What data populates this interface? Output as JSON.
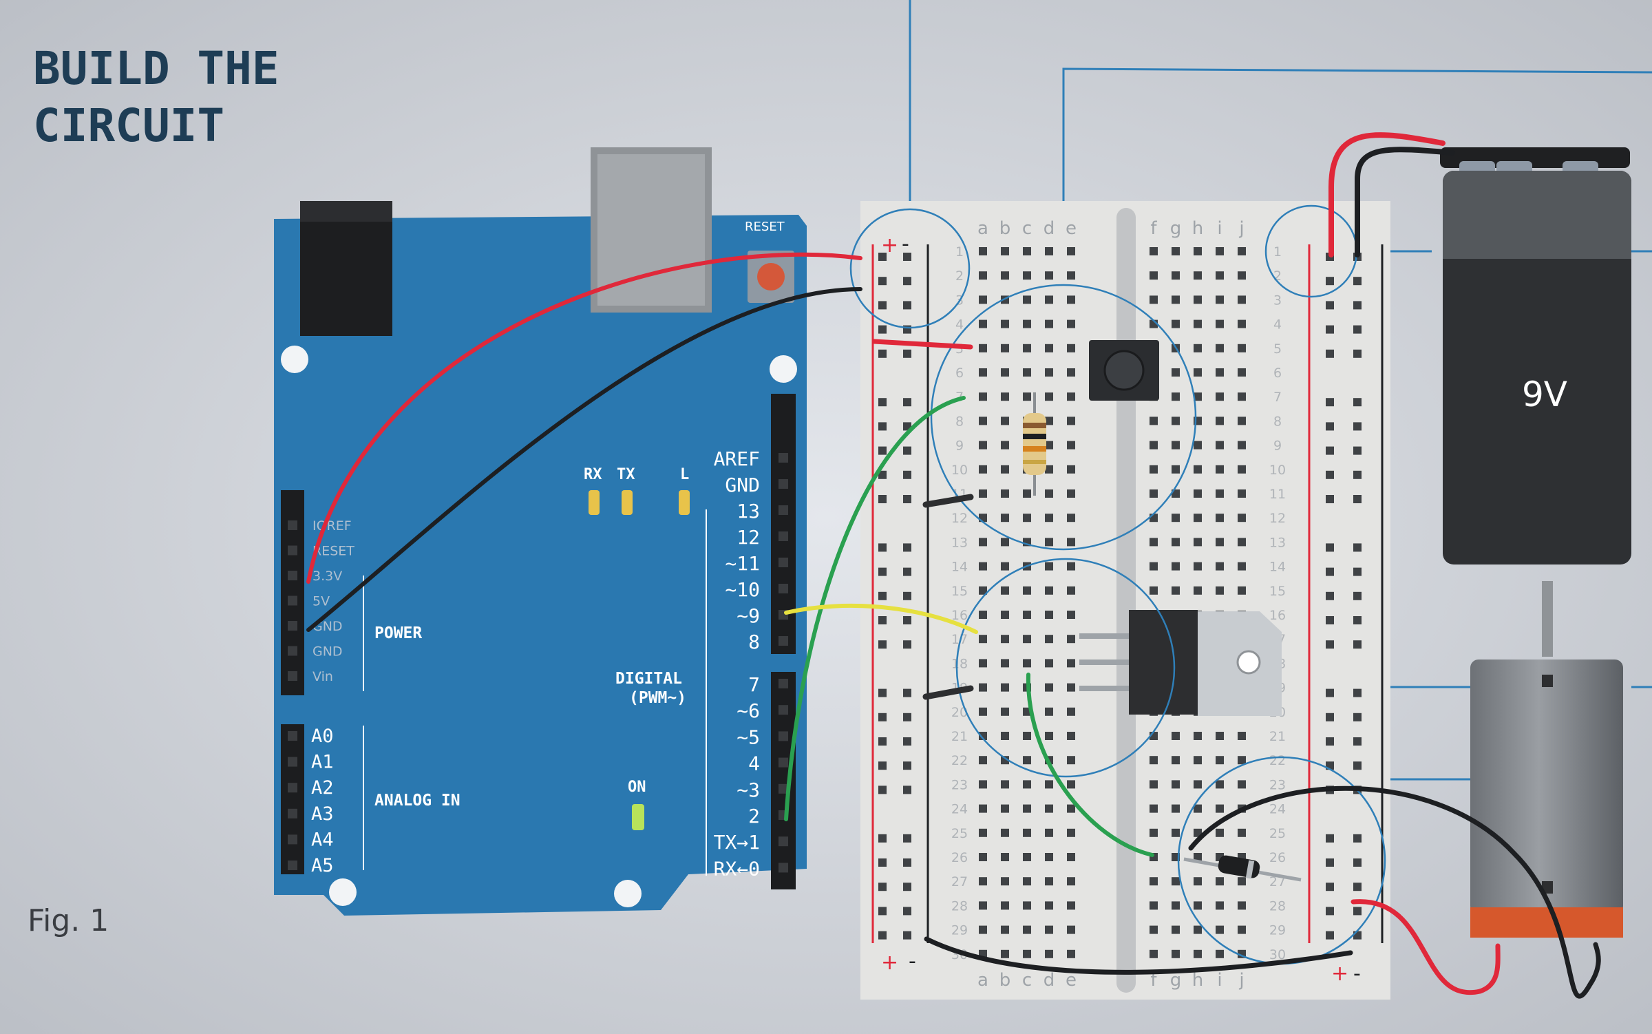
{
  "heading": {
    "line1": "BUILD THE",
    "line2": "CIRCUIT"
  },
  "figure_label": "Fig. 1",
  "arduino": {
    "reset": "RESET",
    "leds": {
      "rx": "RX",
      "tx": "TX",
      "l": "L",
      "on": "ON"
    },
    "power_pins": [
      "IOREF",
      "RESET",
      "3.3V",
      "5V",
      "GND",
      "GND",
      "Vin"
    ],
    "power_label": "POWER",
    "analog_pins": [
      "A0",
      "A1",
      "A2",
      "A3",
      "A4",
      "A5"
    ],
    "analog_label": "ANALOG IN",
    "digital_top": [
      "AREF",
      "GND",
      "13",
      "12",
      "~11",
      "~10",
      "~9",
      "8"
    ],
    "digital_bottom": [
      "7",
      "~6",
      "~5",
      "4",
      "~3",
      "2",
      "TX→1",
      "RX←0"
    ],
    "digital_label": "DIGITAL",
    "pwm_label": "(PWM~)"
  },
  "breadboard": {
    "columns_left": [
      "a",
      "b",
      "c",
      "d",
      "e"
    ],
    "columns_right": [
      "f",
      "g",
      "h",
      "i",
      "j"
    ],
    "rows": 30,
    "rail_plus": "+",
    "rail_minus": "-"
  },
  "battery": {
    "label": "9V"
  },
  "colors": {
    "board_blue": "#2a78b0",
    "heading": "#1e3d55",
    "wire_red": "#e0283a",
    "wire_black": "#1d1f22",
    "wire_green": "#2aa050",
    "wire_yellow": "#e6e040",
    "callout_line": "#2f7fb8"
  }
}
